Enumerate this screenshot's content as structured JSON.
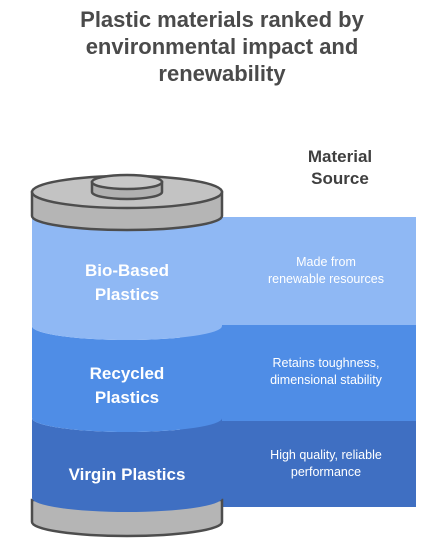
{
  "title_lines": [
    "Plastic materials ranked by",
    "environmental impact and",
    "renewability"
  ],
  "source_header_lines": [
    "Material",
    "Source"
  ],
  "layers": [
    {
      "label_lines": [
        "Bio-Based",
        "Plastics"
      ],
      "source_lines": [
        "Made from",
        "renewable resources"
      ],
      "color": "#8fb8f4"
    },
    {
      "label_lines": [
        "Recycled",
        "Plastics"
      ],
      "source_lines": [
        "Retains toughness,",
        "dimensional stability"
      ],
      "color": "#4f8de6"
    },
    {
      "label_lines": [
        "Virgin Plastics"
      ],
      "source_lines": [
        "High quality, reliable",
        "performance"
      ],
      "color": "#3f6fc2"
    }
  ],
  "colors": {
    "title": "#4a4a4a",
    "cap_gray": "#b5b5b5",
    "cap_dark": "#4d4d4d"
  }
}
